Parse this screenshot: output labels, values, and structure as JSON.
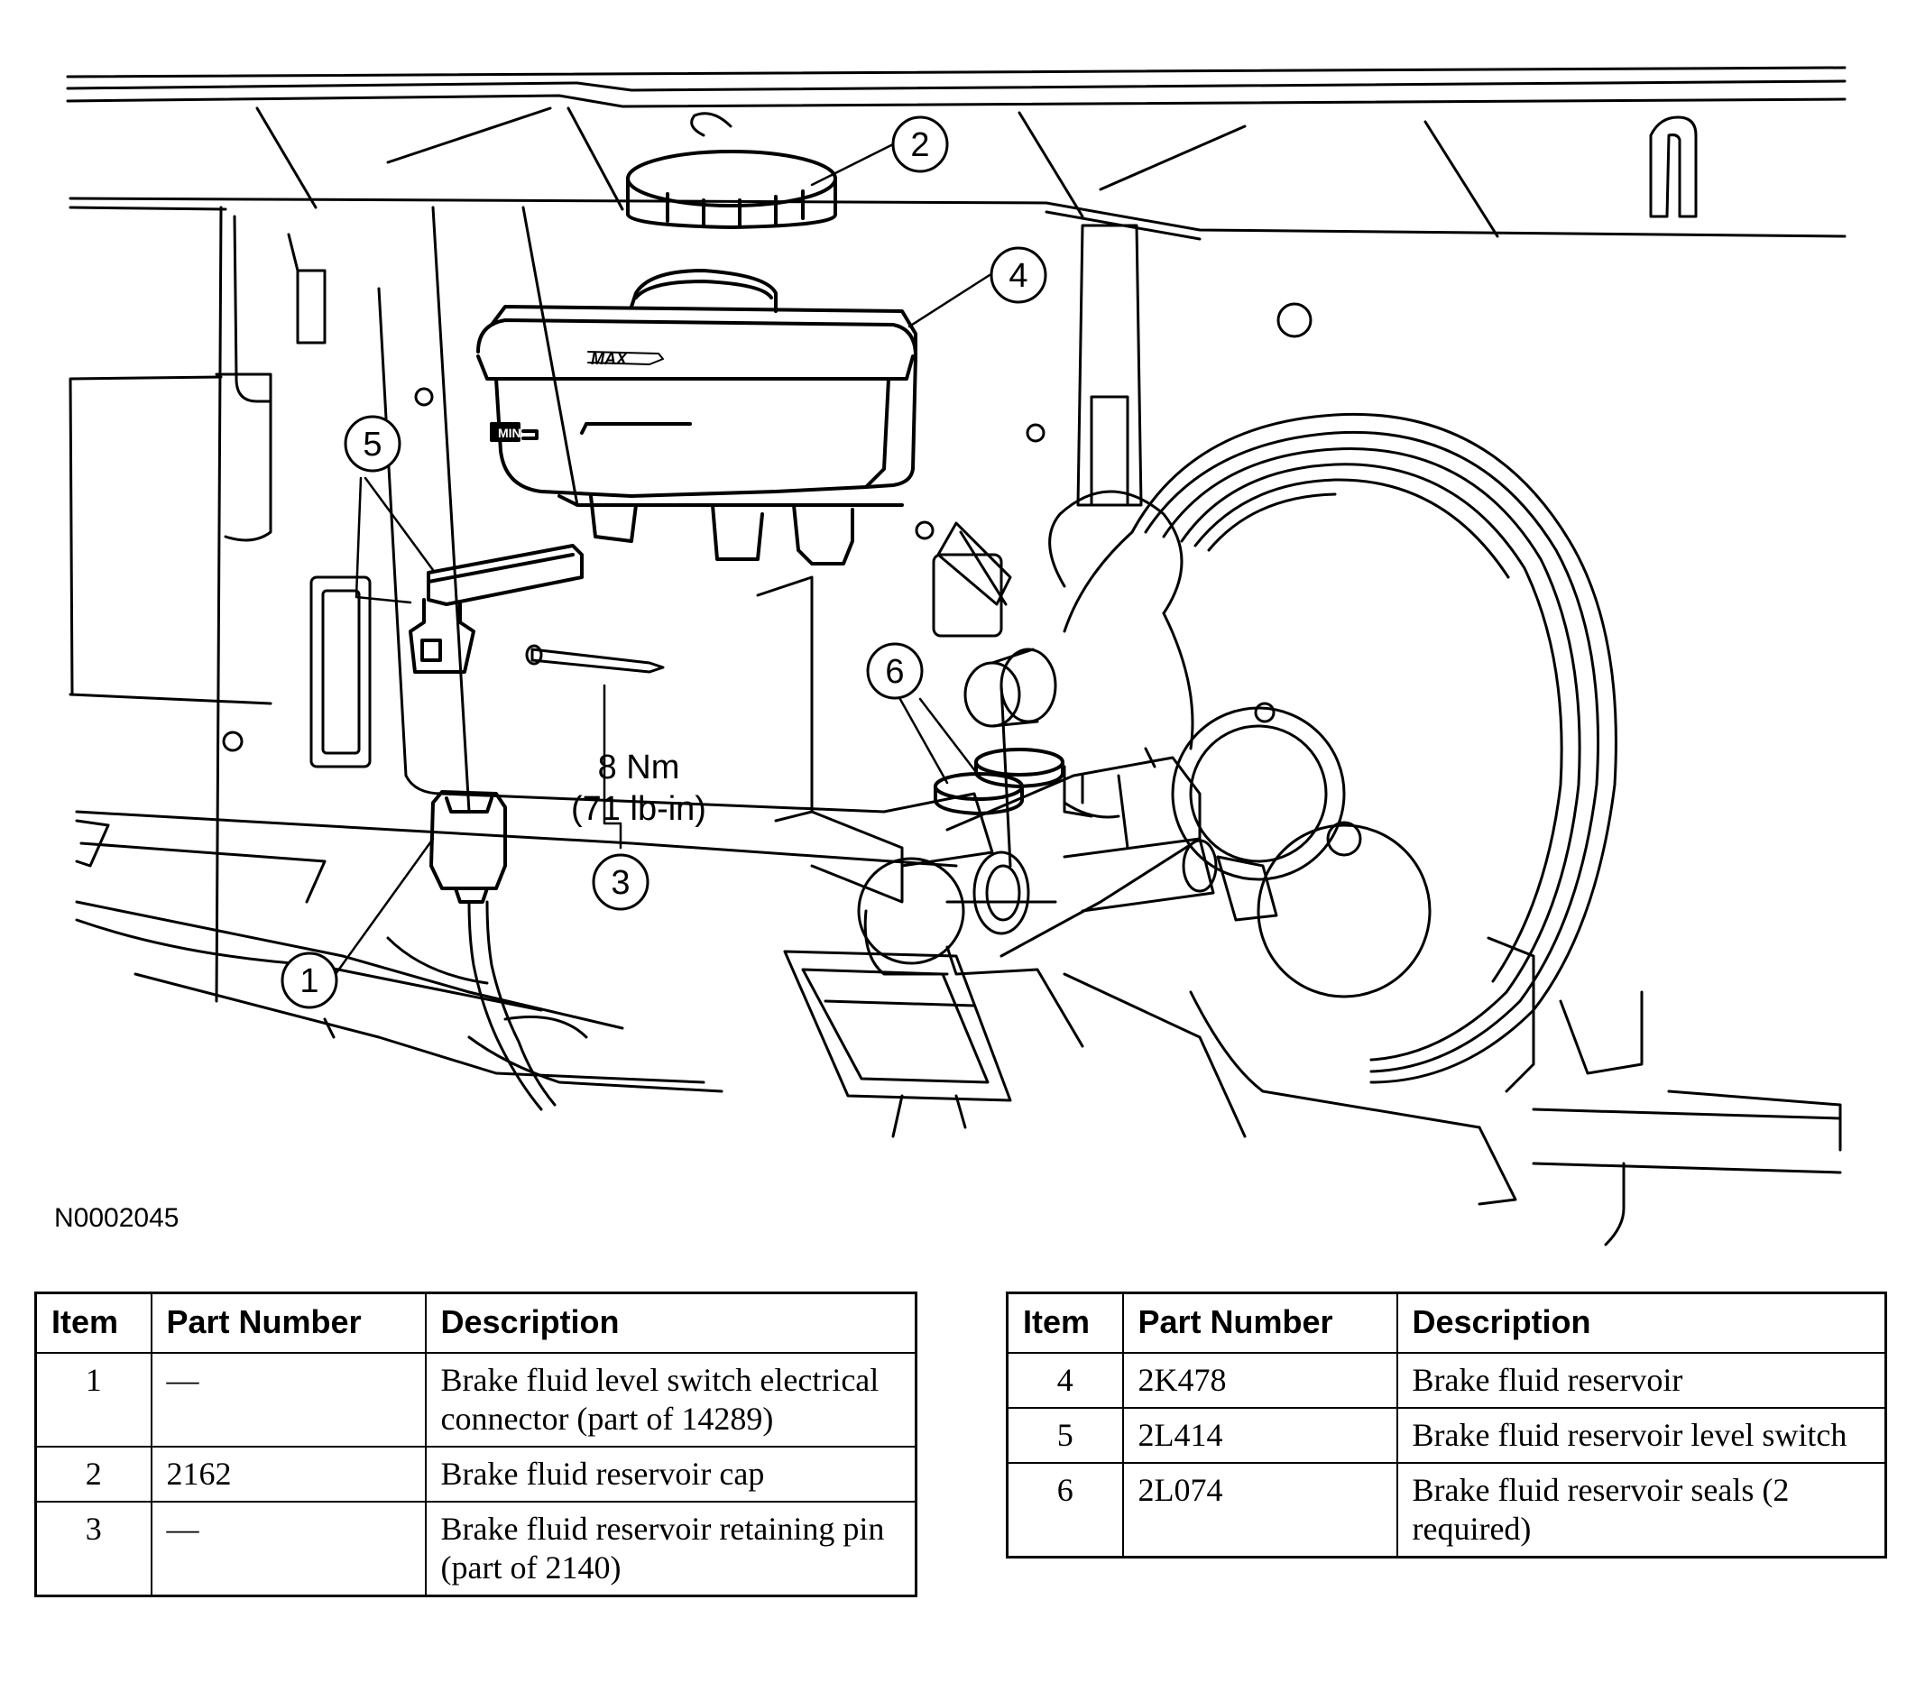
{
  "figure": {
    "figure_id": "N0002045",
    "torque_line1": "8 Nm",
    "torque_line2": "(71 lb-in)",
    "callouts": [
      "1",
      "2",
      "3",
      "4",
      "5",
      "6"
    ],
    "reservoir_mark_max": "MAX",
    "reservoir_mark_min": "MIN"
  },
  "table_headers": {
    "item": "Item",
    "part_number": "Part Number",
    "description": "Description"
  },
  "parts_left": [
    {
      "item": "1",
      "part_number": "—",
      "description": "Brake fluid level switch electrical connector (part of 14289)"
    },
    {
      "item": "2",
      "part_number": "2162",
      "description": "Brake fluid reservoir cap"
    },
    {
      "item": "3",
      "part_number": "—",
      "description": "Brake fluid reservoir retaining pin (part of 2140)"
    }
  ],
  "parts_right": [
    {
      "item": "4",
      "part_number": "2K478",
      "description": "Brake fluid reservoir"
    },
    {
      "item": "5",
      "part_number": "2L414",
      "description": "Brake fluid reservoir level switch"
    },
    {
      "item": "6",
      "part_number": "2L074",
      "description": "Brake fluid reservoir seals (2 required)"
    }
  ]
}
